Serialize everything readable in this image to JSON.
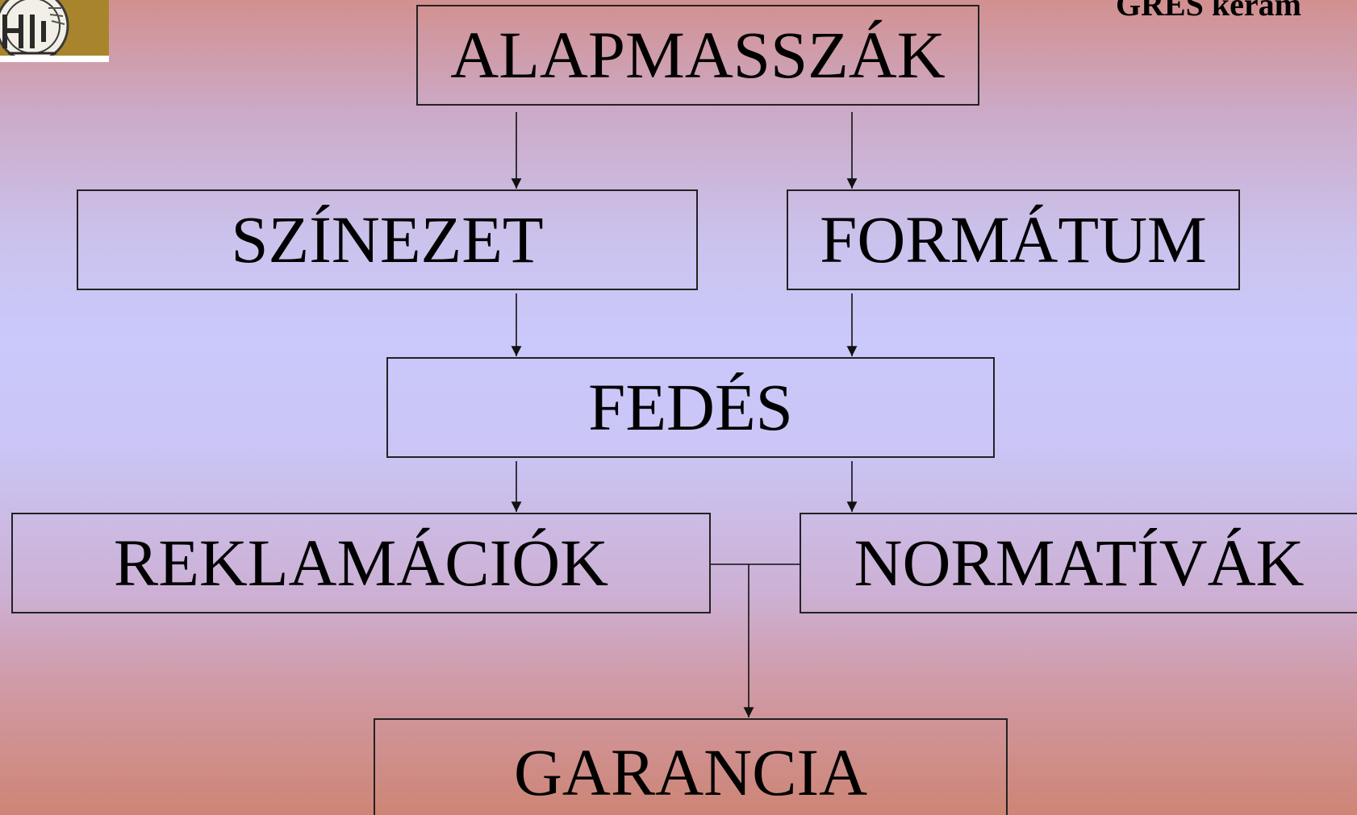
{
  "header": {
    "title": "GRES kerám"
  },
  "diagram": {
    "nodes": {
      "alapmasszak": "ALAPMASSZÁK",
      "szinezet": "SZÍNEZET",
      "formatum": "FORMÁTUM",
      "fedes": "FEDÉS",
      "reklamaciok": "REKLAMÁCIÓK",
      "normativak": "NORMATÍVÁK",
      "garancia": "GARANCIA"
    }
  },
  "logo": {
    "icon": "seal-logo-icon",
    "color": "#a8852c"
  }
}
